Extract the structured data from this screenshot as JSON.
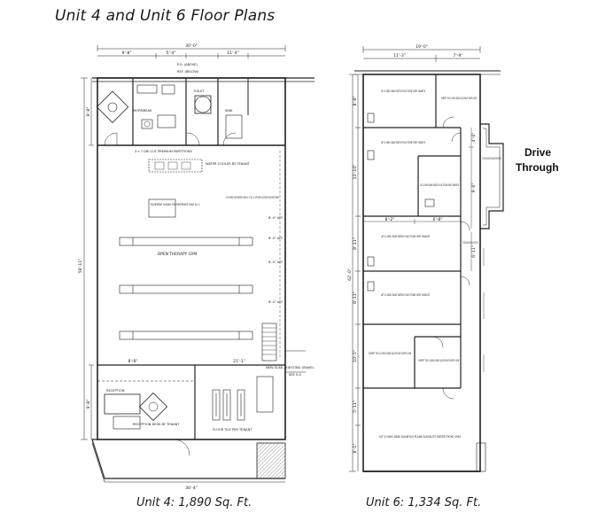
{
  "title": "Unit 4 and Unit 6 Floor Plans",
  "unit4": {
    "caption": "Unit 4: 1,890 Sq. Ft.",
    "dims": {
      "top_overall": "30'-0\"",
      "top_a": "9'-8\"",
      "top_b": "5'-4\"",
      "top_c": "11'-4\"",
      "left_overall": "58'-11\"",
      "left_a": "9'-8\"",
      "left_b": "9'-8\"",
      "mid_a": "8'-8\"",
      "mid_b": "21'-1\"",
      "bottom": "30'-4\""
    },
    "labels": {
      "pos_ref": "P.O. (ABOVE)",
      "ref": "REF. (BELOW)",
      "mop": "MOP/BREAK",
      "toilet": "TOILET",
      "sink": "SINK",
      "compartment": "3 x 7 DIE-CUT PREMIUM PARTITIONS",
      "water_cooler": "WATER COOLER BY TENANT",
      "equipment": "EQUIPMENT SHOWN FOR REFERENCE ONLY N.I.C.",
      "polished": "1/4 POLISHED PLATE MIRRORS 6'-WIDE x 6'-0\" TALL 12\" AFF VERIFY LOCATION IN FIELD WITH TENANT",
      "open_area": "OPEN THERAPY GYM",
      "aff1": "6'-0\" AFF",
      "aff2": "6'-0\" AFF",
      "aff3": "6'-0\" AFF",
      "aff4": "6'-0\" AFF",
      "reception": "RECEPTION",
      "reception_desk": "RECEPTION DESK BY TENANT",
      "new_slab": "NEW SLAB - EXISTING GRAVEL",
      "see": "SEE S-0",
      "floor_tile": "FLOOR TILE PER TENANT"
    }
  },
  "unit6": {
    "caption": "Unit 6: 1,334 Sq. Ft.",
    "dims": {
      "top_overall": "19'-0\"",
      "top_a": "11'-3\"",
      "top_b": "7'-9\"",
      "left_overall": "62'-0\"",
      "left_1": "8'-8\"",
      "left_2": "13'-10\"",
      "left_3": "8'-11\"",
      "left_4": "8'-11\"",
      "left_5": "10'-5\"",
      "left_6": "5'-11\"",
      "left_7": "8'-1\"",
      "mid_a": "8'-2\"",
      "mid_b": "6'-8\"",
      "right_a": "4'-0\"",
      "right_b": "9'-6\"",
      "right_c": "6'-11\""
    },
    "rooms": {
      "r1": "LVT & VINYL BASE MATCH PLUS STONE GREY GRANITE",
      "r2": "CARPET TILE & VINYL BASE J&J EVOLVE IVORY 1456",
      "r3": "LVT & VINYL BASE MATCH PLUS STONE GREY GRANITE",
      "r4": "LVT & VINYL BASE MATCH PLUS STONE GREY GRANITE",
      "r5": "LVT & VINYL BASE AQUAFLEX PLANK SAUSALITO WATER FRONT 4940",
      "r6": "LVT & VINYL BASE MATCH PLUS STONE GREY GRANITE",
      "r7": "LVT & VINYL BASE AQUAFLEX PLANK SAUSALITO WATER FRONT 4940",
      "r8": "LVT & VINYL BASE MATCH PLUS STONE GREY GRANITE",
      "r9": "CARPET TILE & VINYL BASE J&J EVOLVE IVORY 1456",
      "r10": "CARPET TILE & VINYL BASE J&J EVOLVE IVORY 1456",
      "r11": "LVT & VINYL BASE AQUAFLEX PLANK SAUSALITO WATER FRONT 4940"
    },
    "drive_through_1": "Drive",
    "drive_through_2": "Through"
  }
}
